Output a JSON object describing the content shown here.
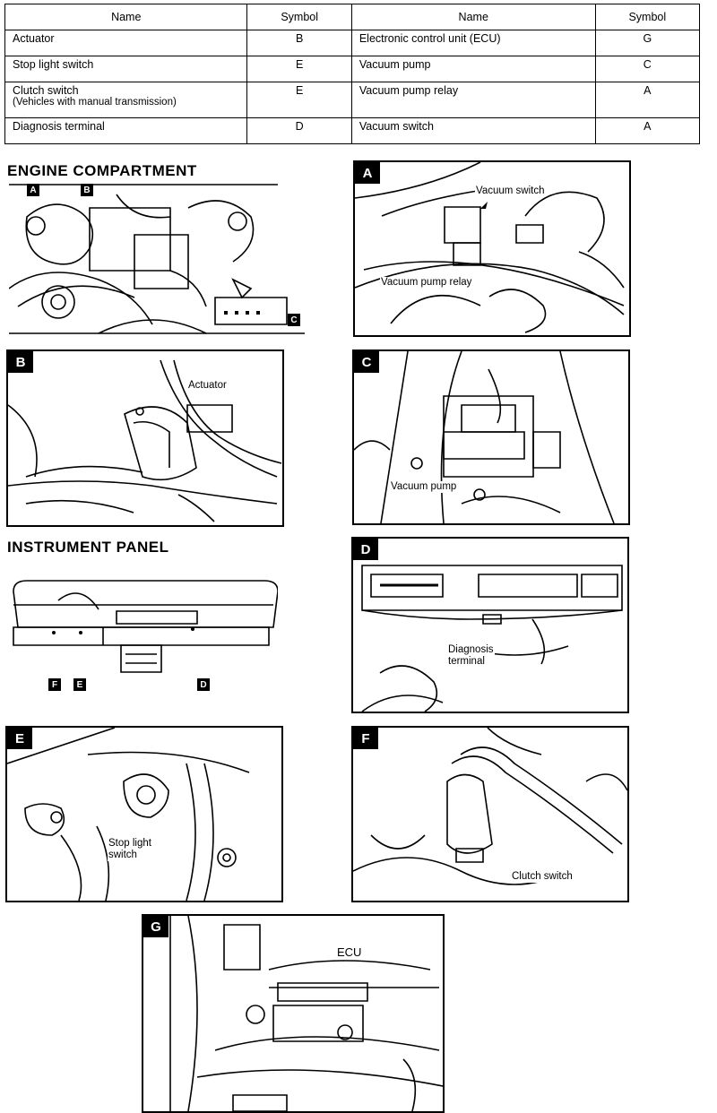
{
  "table": {
    "headers": [
      "Name",
      "Symbol",
      "Name",
      "Symbol"
    ],
    "rows": [
      {
        "name1": "Actuator",
        "name1_sub": "",
        "sym1": "B",
        "name2": "Electronic control unit (ECU)",
        "sym2": "G"
      },
      {
        "name1": "Stop light switch",
        "name1_sub": "",
        "sym1": "E",
        "name2": "Vacuum pump",
        "sym2": "C"
      },
      {
        "name1": "Clutch switch",
        "name1_sub": "(Vehicles with manual transmission)",
        "sym1": "E",
        "name2": "Vacuum pump relay",
        "sym2": "A"
      },
      {
        "name1": "Diagnosis terminal",
        "name1_sub": "",
        "sym1": "D",
        "name2": "Vacuum switch",
        "sym2": "A"
      }
    ]
  },
  "sections": {
    "engine": "ENGINE COMPARTMENT",
    "instrument": "INSTRUMENT PANEL"
  },
  "overview_markers": {
    "engine": [
      "A",
      "B",
      "C"
    ],
    "instrument": [
      "F",
      "E",
      "D"
    ]
  },
  "panels": {
    "A": {
      "tag": "A",
      "labels": [
        "Vacuum switch",
        "Vacuum pump relay"
      ]
    },
    "B": {
      "tag": "B",
      "labels": [
        "Actuator"
      ]
    },
    "C": {
      "tag": "C",
      "labels": [
        "Vacuum pump"
      ]
    },
    "D": {
      "tag": "D",
      "labels": [
        "Diagnosis",
        "terminal"
      ]
    },
    "E": {
      "tag": "E",
      "labels": [
        "Stop light",
        "switch"
      ]
    },
    "F": {
      "tag": "F",
      "labels": [
        "Clutch switch"
      ]
    },
    "G": {
      "tag": "G",
      "labels": [
        "ECU"
      ]
    }
  }
}
